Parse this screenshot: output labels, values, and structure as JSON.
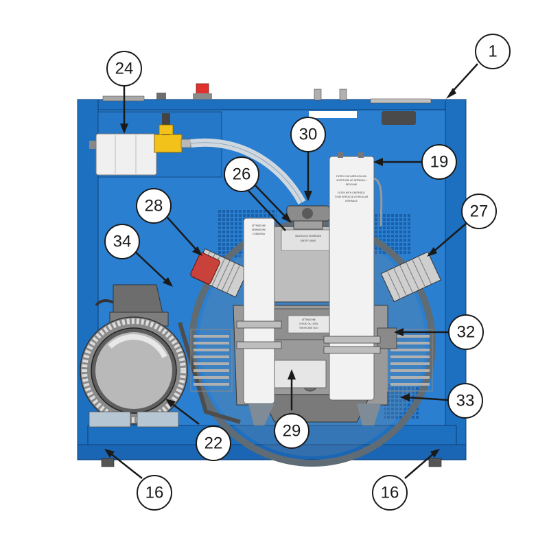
{
  "colors": {
    "frame_blue": "#1d6fc0",
    "frame_dark": "#0f4f93",
    "panel_blue": "#2a7fd0",
    "metal_light": "#d9d9d9",
    "metal_mid": "#a8a8a8",
    "metal_dark": "#6d6d6d",
    "cylinder_white": "#f2f2f2",
    "valve_yellow": "#f2c21a",
    "indicator_red": "#e0322c"
  },
  "callouts": [
    {
      "id": "c1",
      "label": "1"
    },
    {
      "id": "c24",
      "label": "24"
    },
    {
      "id": "c30",
      "label": "30"
    },
    {
      "id": "c26",
      "label": "26"
    },
    {
      "id": "c19",
      "label": "19"
    },
    {
      "id": "c28",
      "label": "28"
    },
    {
      "id": "c27",
      "label": "27"
    },
    {
      "id": "c34",
      "label": "34"
    },
    {
      "id": "c32",
      "label": "32"
    },
    {
      "id": "c33",
      "label": "33"
    },
    {
      "id": "c22",
      "label": "22"
    },
    {
      "id": "c29",
      "label": "29"
    },
    {
      "id": "c16a",
      "label": "16"
    },
    {
      "id": "c16b",
      "label": "16"
    }
  ]
}
